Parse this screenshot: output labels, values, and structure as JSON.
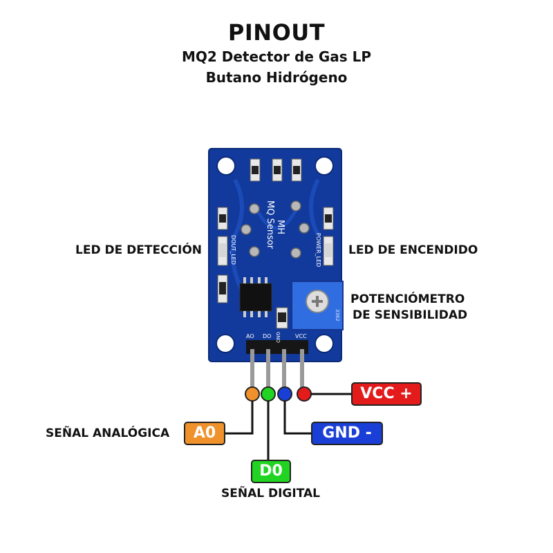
{
  "header": {
    "title": "PINOUT",
    "subtitle_line1": "MQ2 Detector de Gas LP",
    "subtitle_line2": "Butano Hidrógeno"
  },
  "labels": {
    "led_detection": "LED DE DETECCIÓN",
    "led_power": "LED DE ENCENDIDO",
    "pot_line1": "POTENCIÓMETRO",
    "pot_line2": "DE SENSIBILIDAD",
    "analog_signal": "SEÑAL ANALÓGICA",
    "digital_signal": "SEÑAL DIGITAL"
  },
  "board": {
    "silkscreen_brand": "MH",
    "silkscreen_name": "MQ Sensor",
    "dout_led": "DOUT_LED",
    "power_led": "POWER_LED",
    "pin_ao": "AO",
    "pin_do": "DO",
    "pin_gnd": "GND",
    "pin_vcc": "VCC",
    "pot_code": "3362"
  },
  "pins": {
    "a0": {
      "label": "A0",
      "color": "#f0922b"
    },
    "d0": {
      "label": "D0",
      "color": "#21d421"
    },
    "gnd": {
      "label": "GND -",
      "color": "#1a3fd6"
    },
    "vcc": {
      "label": "VCC +",
      "color": "#e31b1b"
    }
  },
  "colors": {
    "board": "#123a9c",
    "potentiometer": "#2f6de0"
  }
}
